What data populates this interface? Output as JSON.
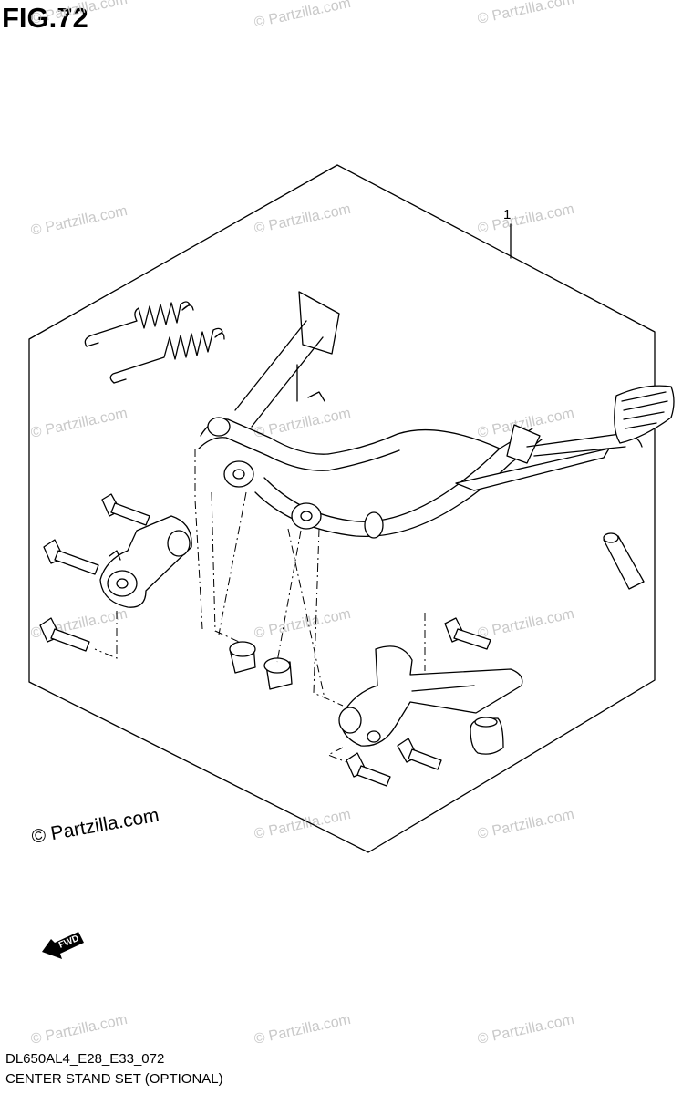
{
  "figure_title": "FIG.72",
  "callout_label": "1",
  "fwd_label": "FWD",
  "watermark_text": "© Partzilla.com",
  "watermark_main_text": "© Partzilla.com",
  "model_code": "DL650AL4_E28_E33_072",
  "assembly_name": "CENTER STAND SET (OPTIONAL)",
  "colors": {
    "line": "#000000",
    "watermark": "#c9c9c9",
    "background": "#ffffff"
  }
}
